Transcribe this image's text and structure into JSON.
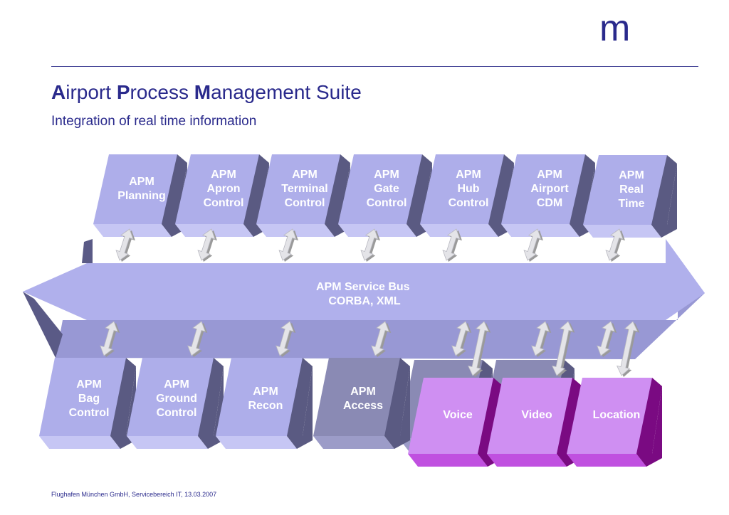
{
  "header": {
    "logo": "m",
    "title_parts": [
      {
        "initial": "A",
        "rest": "irport "
      },
      {
        "initial": "P",
        "rest": "rocess "
      },
      {
        "initial": "M",
        "rest": "anagement Suite"
      }
    ],
    "subtitle": "Integration of real time information"
  },
  "bus": {
    "lines": [
      "APM Service Bus",
      "CORBA, XML"
    ]
  },
  "top_modules": [
    {
      "lines": [
        "APM",
        "Planning"
      ]
    },
    {
      "lines": [
        "APM",
        "Apron",
        "Control"
      ]
    },
    {
      "lines": [
        "APM",
        "Terminal",
        "Control"
      ]
    },
    {
      "lines": [
        "APM",
        "Gate",
        "Control"
      ]
    },
    {
      "lines": [
        "APM",
        "Hub",
        "Control"
      ]
    },
    {
      "lines": [
        "APM",
        "Airport",
        "CDM"
      ]
    },
    {
      "lines": [
        "APM",
        "Real",
        "Time"
      ]
    }
  ],
  "bottom_modules": [
    {
      "lines": [
        "APM",
        "Bag",
        "Control"
      ]
    },
    {
      "lines": [
        "APM",
        "Ground",
        "Control"
      ]
    },
    {
      "lines": [
        "APM",
        "Recon"
      ]
    },
    {
      "lines": [
        "APM",
        "Access"
      ]
    }
  ],
  "media_modules": [
    {
      "lines": [
        "Voice"
      ]
    },
    {
      "lines": [
        "Video"
      ]
    },
    {
      "lines": [
        "Location"
      ]
    }
  ],
  "footer": "Flughafen München GmbH, Servicebereich IT, 13.03.2007",
  "colors": {
    "module_front": "#aeaeea",
    "module_side": "#5a5a82",
    "module_bottom": "#c6c6f4",
    "access_front": "#8a8ab4",
    "media_front": "#cf8ff2",
    "media_side": "#7a0a82",
    "media_bottom": "#c050e0",
    "bus_front": "#b0b0ec",
    "text_blue": "#2a2a8c"
  }
}
